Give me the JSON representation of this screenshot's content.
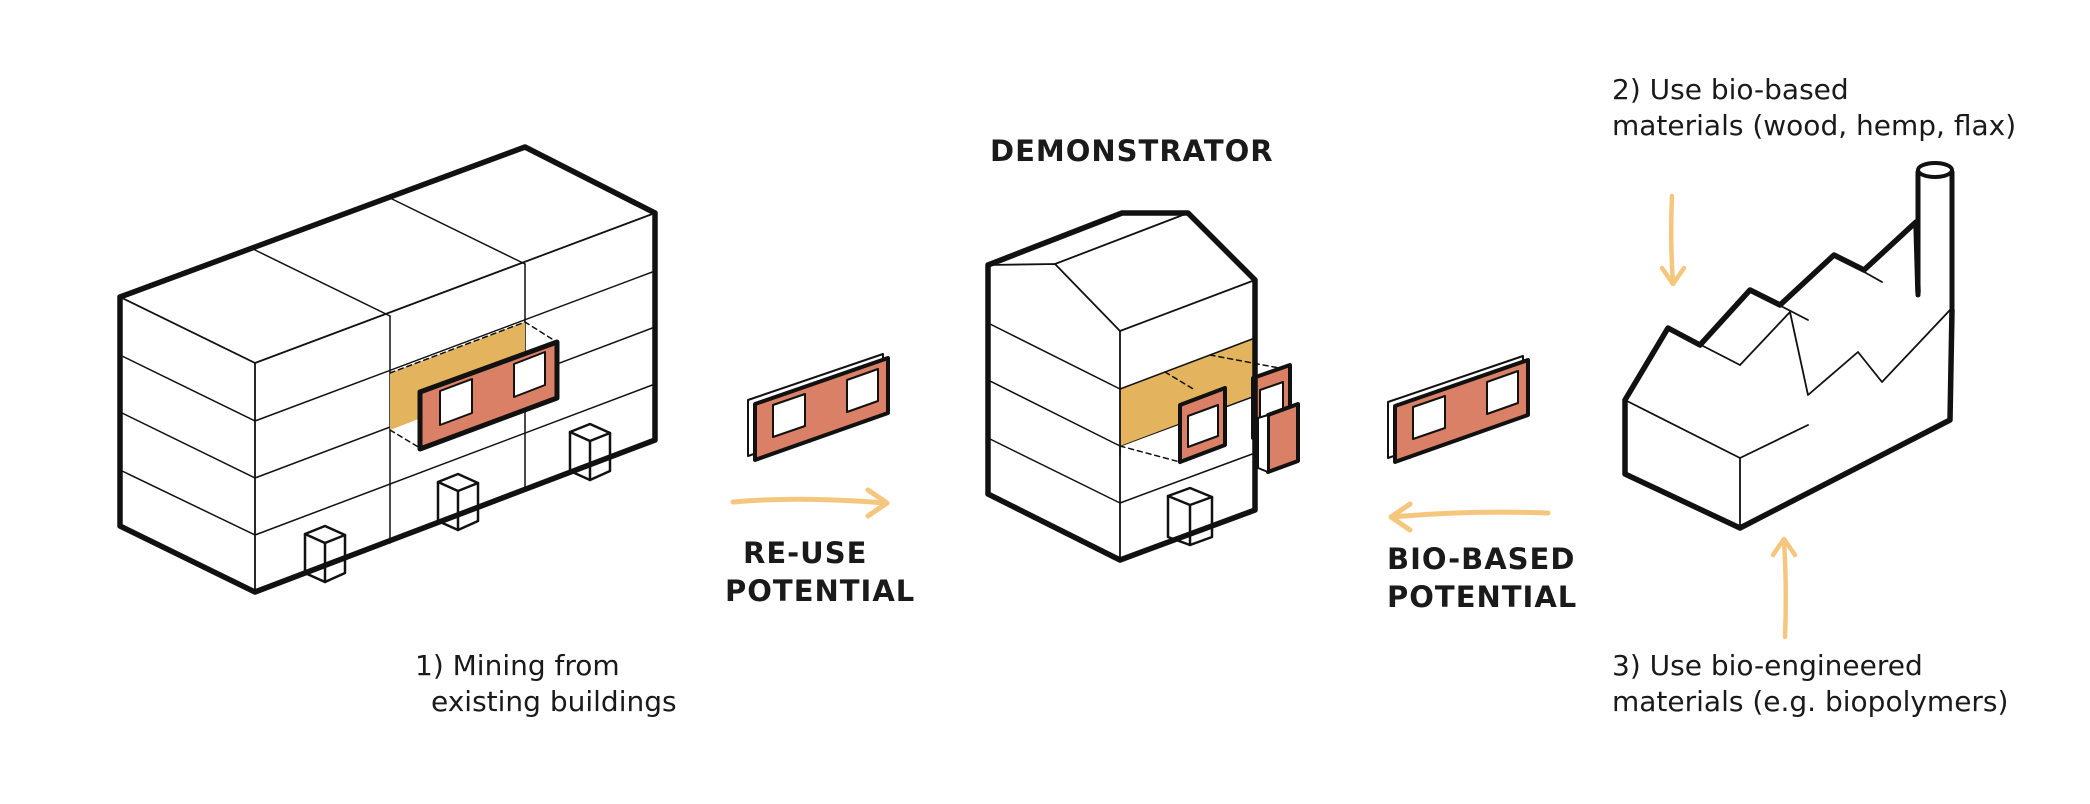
{
  "title": "DEMONSTRATOR",
  "arrow_reuse": {
    "line1": "RE-USE",
    "line2": "POTENTIAL"
  },
  "arrow_biobased": {
    "line1": "BIO-BASED",
    "line2": "POTENTIAL"
  },
  "note_mining": {
    "line1": "1) Mining from",
    "line2": "existing buildings"
  },
  "note_biobased": {
    "line1": "2) Use bio-based",
    "line2": "materials (wood, hemp, flax)"
  },
  "note_bioengineered": {
    "line1": "3) Use bio-engineered",
    "line2": "materials (e.g. biopolymers)"
  },
  "colors": {
    "panel": "#d98066",
    "insulation": "#e3b35e",
    "arrow": "#f5c77e",
    "outline": "#111111"
  },
  "icons": [
    "existing-building-illustration",
    "demonstrator-house-illustration",
    "factory-illustration",
    "wall-panel-icon",
    "arrow-right-icon",
    "arrow-left-icon",
    "arrow-down-icon",
    "arrow-up-icon"
  ]
}
